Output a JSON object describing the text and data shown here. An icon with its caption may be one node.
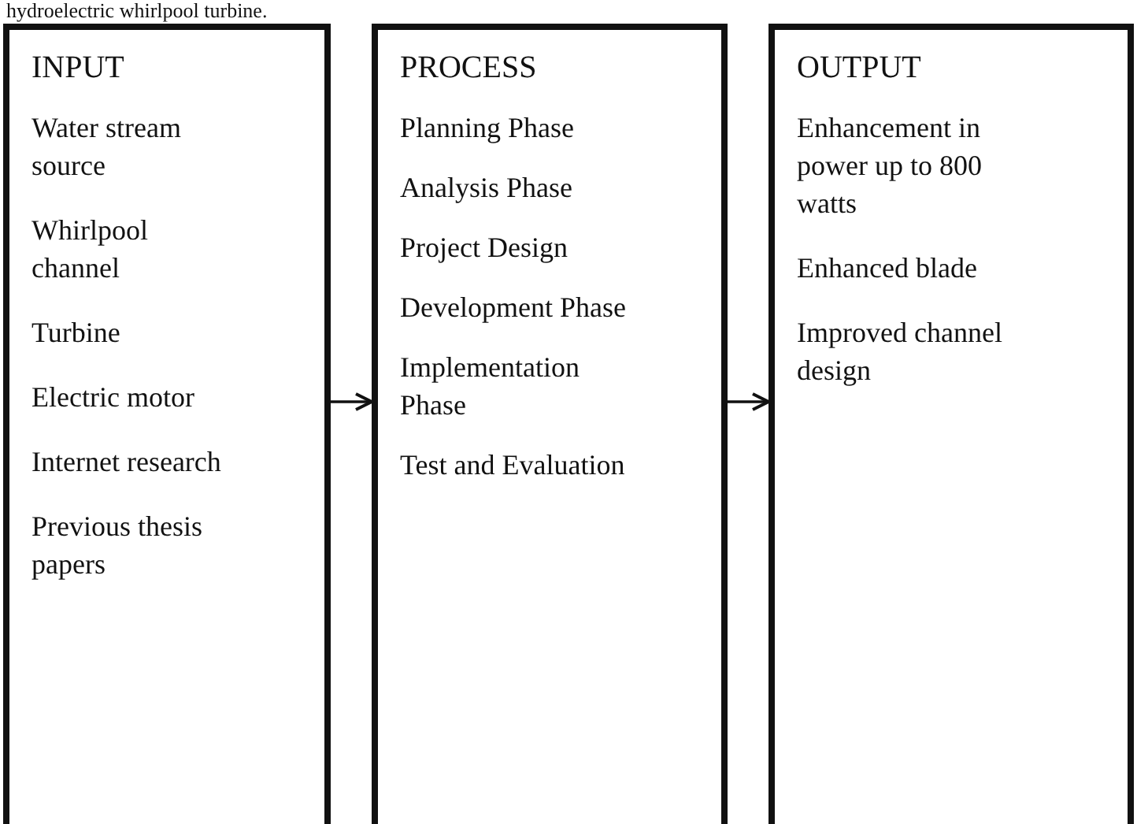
{
  "diagram": {
    "nodes": [
      {
        "text": [
          "INPUT",
          "Water stream source",
          "Whirlpool channel",
          "Turbine",
          "Electric motor",
          "Internet research",
          "Previous thesis papers"
        ]
      },
      {
        "text": [
          "PROCESS",
          "Planning Phase",
          "Analysis Phase",
          "Project Design",
          "Development Phase",
          "Implementation Phase",
          "Test and Evaluation"
        ]
      },
      {
        "text": [
          "OUTPUT",
          "Enhancement in power up to 800 watts",
          "Enhanced blade",
          "Improved channel design"
        ]
      }
    ],
    "edges": [
      {
        "from": 0,
        "to": 1,
        "arrow": "to"
      },
      {
        "from": 1,
        "to": 2,
        "arrow": "to"
      }
    ],
    "labels": [
      "hydroelectric whirlpool turbine."
    ]
  }
}
